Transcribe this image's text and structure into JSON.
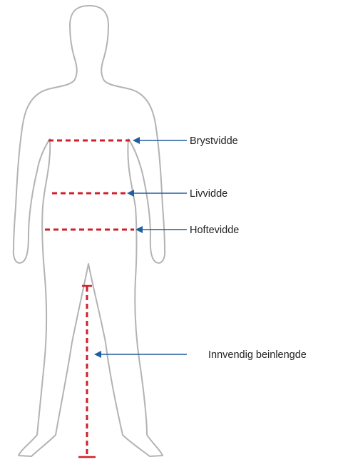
{
  "labels": {
    "chest": "Brystvidde",
    "waist": "Livvidde",
    "hip": "Hoftevidde",
    "inseam": "Innvendig beinlengde"
  },
  "colors": {
    "body_outline": "#b3b3b3",
    "measurement_line": "#d01f2a",
    "pointer_arrow": "#1f5fa0",
    "label_text": "#222222"
  }
}
